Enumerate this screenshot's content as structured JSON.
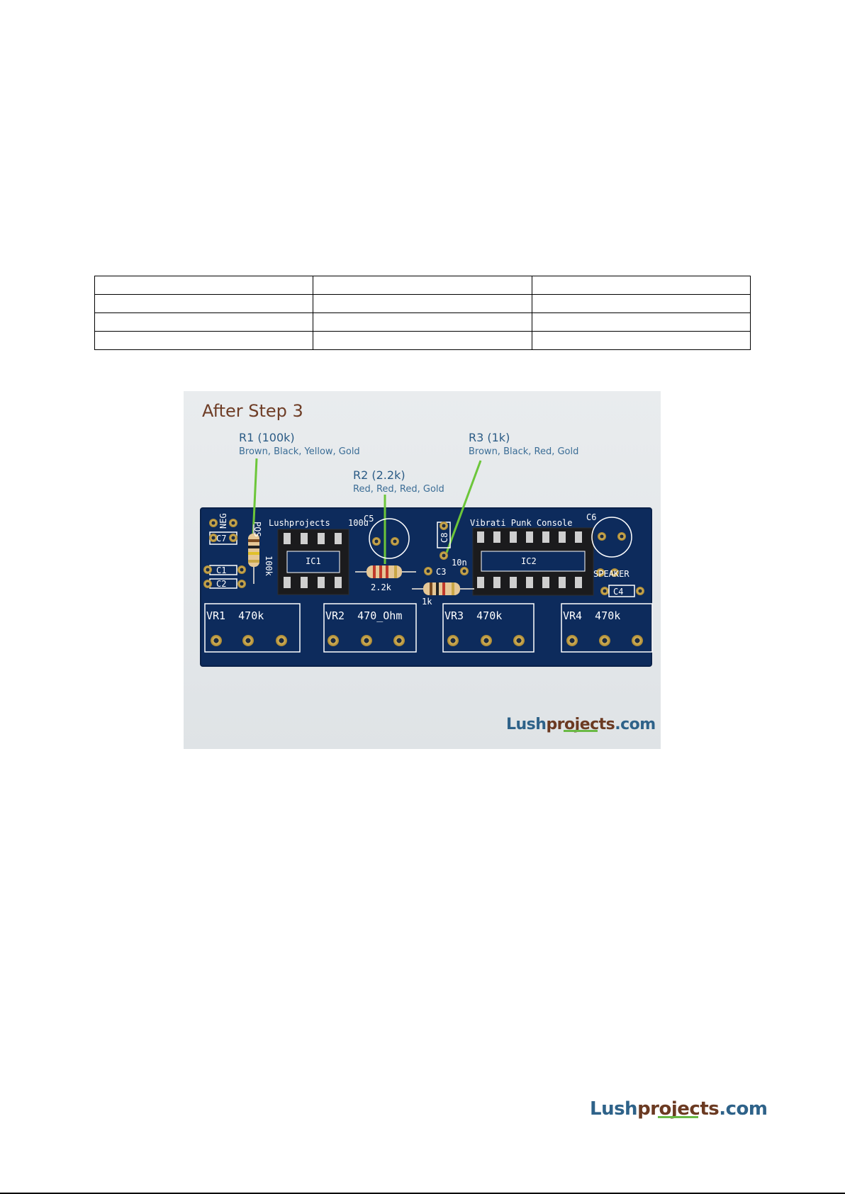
{
  "parts_table": {
    "rows": [
      [
        "",
        "",
        ""
      ],
      [
        "",
        "",
        ""
      ],
      [
        "",
        "",
        ""
      ],
      [
        "",
        "",
        ""
      ]
    ]
  },
  "photo": {
    "title": "After Step 3",
    "callouts": [
      {
        "name": "R1 (100k)",
        "colors": "Brown, Black, Yellow, Gold"
      },
      {
        "name": "R2 (2.2k)",
        "colors": "Red, Red, Red, Gold"
      },
      {
        "name": "R3 (1k)",
        "colors": "Brown, Black, Red, Gold"
      }
    ],
    "board_labels": {
      "neg": "NEG",
      "pos": "POS",
      "c7": "C7",
      "c1": "C1",
      "c2": "C2",
      "brand_silk": "Lushprojects",
      "c5": "C5",
      "c5_val": "100u",
      "c8": "C8",
      "c3": "C3",
      "c3_val": "10n",
      "title_silk": "Vibrati Punk Console",
      "c6": "C6",
      "speaker": "SPEAKER",
      "c4": "C4",
      "ic1": "IC1",
      "ic2": "IC2",
      "r1_val": "100k",
      "r2_val": "2.2k",
      "r3_val": "1k",
      "vr1": "VR1  470k",
      "vr2": "VR2  470_Ohm",
      "vr3": "VR3  470k",
      "vr4": "VR4  470k"
    },
    "colors": {
      "board": "#0f2e62",
      "silk": "#ffffff",
      "pad": "#c9a84a",
      "leader": "#6cc63a"
    }
  },
  "brand": {
    "part1": "Lush",
    "part2": "projects",
    "part3": ".com"
  }
}
